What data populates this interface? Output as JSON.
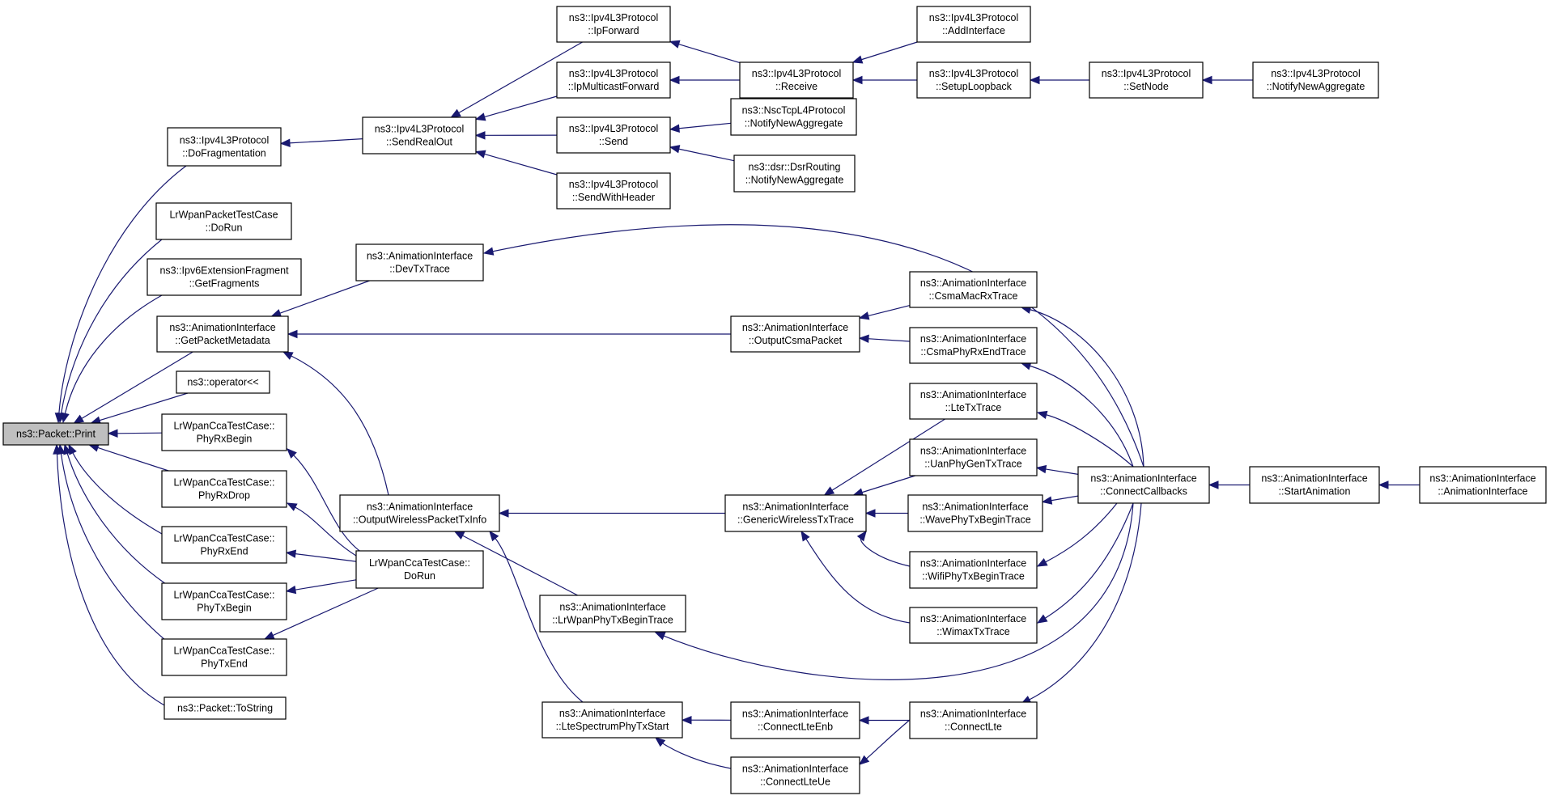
{
  "diagram": {
    "type": "caller-graph",
    "nodes": [
      {
        "id": "print",
        "lines": [
          "ns3::Packet::Print"
        ],
        "root": true
      },
      {
        "id": "dofrag",
        "lines": [
          "ns3::Ipv4L3Protocol",
          "::DoFragmentation"
        ]
      },
      {
        "id": "lrwpan_pkt",
        "lines": [
          "LrWpanPacketTestCase",
          "::DoRun"
        ]
      },
      {
        "id": "ipv6frag",
        "lines": [
          "ns3::Ipv6ExtensionFragment",
          "::GetFragments"
        ]
      },
      {
        "id": "getmeta",
        "lines": [
          "ns3::AnimationInterface",
          "::GetPacketMetadata"
        ]
      },
      {
        "id": "op",
        "lines": [
          "ns3::operator<<"
        ]
      },
      {
        "id": "phyrxbegin",
        "lines": [
          "LrWpanCcaTestCase::",
          "PhyRxBegin"
        ]
      },
      {
        "id": "phyrxdrop",
        "lines": [
          "LrWpanCcaTestCase::",
          "PhyRxDrop"
        ]
      },
      {
        "id": "phyrxend",
        "lines": [
          "LrWpanCcaTestCase::",
          "PhyRxEnd"
        ]
      },
      {
        "id": "phytxbegin",
        "lines": [
          "LrWpanCcaTestCase::",
          "PhyTxBegin"
        ]
      },
      {
        "id": "phytxend",
        "lines": [
          "LrWpanCcaTestCase::",
          "PhyTxEnd"
        ]
      },
      {
        "id": "tostring",
        "lines": [
          "ns3::Packet::ToString"
        ]
      },
      {
        "id": "sendrealout",
        "lines": [
          "ns3::Ipv4L3Protocol",
          "::SendRealOut"
        ]
      },
      {
        "id": "devtx",
        "lines": [
          "ns3::AnimationInterface",
          "::DevTxTrace"
        ]
      },
      {
        "id": "owptx",
        "lines": [
          "ns3::AnimationInterface",
          "::OutputWirelessPacketTxInfo"
        ]
      },
      {
        "id": "lrcca_dorun",
        "lines": [
          "LrWpanCcaTestCase::",
          "DoRun"
        ]
      },
      {
        "id": "ipforward",
        "lines": [
          "ns3::Ipv4L3Protocol",
          "::IpForward"
        ]
      },
      {
        "id": "ipmcast",
        "lines": [
          "ns3::Ipv4L3Protocol",
          "::IpMulticastForward"
        ]
      },
      {
        "id": "send",
        "lines": [
          "ns3::Ipv4L3Protocol",
          "::Send"
        ]
      },
      {
        "id": "sendwh",
        "lines": [
          "ns3::Ipv4L3Protocol",
          "::SendWithHeader"
        ]
      },
      {
        "id": "lrwpanphytx",
        "lines": [
          "ns3::AnimationInterface",
          "::LrWpanPhyTxBeginTrace"
        ]
      },
      {
        "id": "ltespec",
        "lines": [
          "ns3::AnimationInterface",
          "::LteSpectrumPhyTxStart"
        ]
      },
      {
        "id": "receive",
        "lines": [
          "ns3::Ipv4L3Protocol",
          "::Receive"
        ]
      },
      {
        "id": "nsctcp",
        "lines": [
          "ns3::NscTcpL4Protocol",
          "::NotifyNewAggregate"
        ]
      },
      {
        "id": "dsr",
        "lines": [
          "ns3::dsr::DsrRouting",
          "::NotifyNewAggregate"
        ]
      },
      {
        "id": "outcsma",
        "lines": [
          "ns3::AnimationInterface",
          "::OutputCsmaPacket"
        ]
      },
      {
        "id": "genwl",
        "lines": [
          "ns3::AnimationInterface",
          "::GenericWirelessTxTrace"
        ]
      },
      {
        "id": "connlteenb",
        "lines": [
          "ns3::AnimationInterface",
          "::ConnectLteEnb"
        ]
      },
      {
        "id": "connlteue",
        "lines": [
          "ns3::AnimationInterface",
          "::ConnectLteUe"
        ]
      },
      {
        "id": "addif",
        "lines": [
          "ns3::Ipv4L3Protocol",
          "::AddInterface"
        ]
      },
      {
        "id": "setloop",
        "lines": [
          "ns3::Ipv4L3Protocol",
          "::SetupLoopback"
        ]
      },
      {
        "id": "csmamac",
        "lines": [
          "ns3::AnimationInterface",
          "::CsmaMacRxTrace"
        ]
      },
      {
        "id": "csmaphy",
        "lines": [
          "ns3::AnimationInterface",
          "::CsmaPhyRxEndTrace"
        ]
      },
      {
        "id": "ltetx",
        "lines": [
          "ns3::AnimationInterface",
          "::LteTxTrace"
        ]
      },
      {
        "id": "uan",
        "lines": [
          "ns3::AnimationInterface",
          "::UanPhyGenTxTrace"
        ]
      },
      {
        "id": "wave",
        "lines": [
          "ns3::AnimationInterface",
          "::WavePhyTxBeginTrace"
        ]
      },
      {
        "id": "wifi",
        "lines": [
          "ns3::AnimationInterface",
          "::WifiPhyTxBeginTrace"
        ]
      },
      {
        "id": "wimax",
        "lines": [
          "ns3::AnimationInterface",
          "::WimaxTxTrace"
        ]
      },
      {
        "id": "connlte",
        "lines": [
          "ns3::AnimationInterface",
          "::ConnectLte"
        ]
      },
      {
        "id": "setnode",
        "lines": [
          "ns3::Ipv4L3Protocol",
          "::SetNode"
        ]
      },
      {
        "id": "notifyagg",
        "lines": [
          "ns3::Ipv4L3Protocol",
          "::NotifyNewAggregate"
        ]
      },
      {
        "id": "conncb",
        "lines": [
          "ns3::AnimationInterface",
          "::ConnectCallbacks"
        ]
      },
      {
        "id": "startanim",
        "lines": [
          "ns3::AnimationInterface",
          "::StartAnimation"
        ]
      },
      {
        "id": "animif",
        "lines": [
          "ns3::AnimationInterface",
          "::AnimationInterface"
        ]
      }
    ],
    "edges": [
      {
        "from": "dofrag",
        "to": "print"
      },
      {
        "from": "lrwpan_pkt",
        "to": "print"
      },
      {
        "from": "ipv6frag",
        "to": "print"
      },
      {
        "from": "getmeta",
        "to": "print"
      },
      {
        "from": "op",
        "to": "print"
      },
      {
        "from": "phyrxbegin",
        "to": "print"
      },
      {
        "from": "phyrxdrop",
        "to": "print"
      },
      {
        "from": "phyrxend",
        "to": "print"
      },
      {
        "from": "phytxbegin",
        "to": "print"
      },
      {
        "from": "phytxend",
        "to": "print"
      },
      {
        "from": "tostring",
        "to": "print"
      },
      {
        "from": "sendrealout",
        "to": "dofrag"
      },
      {
        "from": "devtx",
        "to": "getmeta"
      },
      {
        "from": "owptx",
        "to": "getmeta"
      },
      {
        "from": "outcsma",
        "to": "getmeta"
      },
      {
        "from": "lrcca_dorun",
        "to": "phyrxbegin"
      },
      {
        "from": "lrcca_dorun",
        "to": "phyrxdrop"
      },
      {
        "from": "lrcca_dorun",
        "to": "phyrxend"
      },
      {
        "from": "lrcca_dorun",
        "to": "phytxbegin"
      },
      {
        "from": "lrcca_dorun",
        "to": "phytxend"
      },
      {
        "from": "ipforward",
        "to": "sendrealout"
      },
      {
        "from": "ipmcast",
        "to": "sendrealout"
      },
      {
        "from": "send",
        "to": "sendrealout"
      },
      {
        "from": "sendwh",
        "to": "sendrealout"
      },
      {
        "from": "conncb",
        "to": "devtx"
      },
      {
        "from": "genwl",
        "to": "owptx"
      },
      {
        "from": "lrwpanphytx",
        "to": "owptx"
      },
      {
        "from": "ltespec",
        "to": "owptx"
      },
      {
        "from": "receive",
        "to": "ipforward"
      },
      {
        "from": "receive",
        "to": "ipmcast"
      },
      {
        "from": "nsctcp",
        "to": "send"
      },
      {
        "from": "dsr",
        "to": "send"
      },
      {
        "from": "conncb",
        "to": "lrwpanphytx"
      },
      {
        "from": "connlteenb",
        "to": "ltespec"
      },
      {
        "from": "connlteue",
        "to": "ltespec"
      },
      {
        "from": "addif",
        "to": "receive"
      },
      {
        "from": "setloop",
        "to": "receive"
      },
      {
        "from": "csmamac",
        "to": "outcsma"
      },
      {
        "from": "csmaphy",
        "to": "outcsma"
      },
      {
        "from": "ltetx",
        "to": "genwl"
      },
      {
        "from": "uan",
        "to": "genwl"
      },
      {
        "from": "wave",
        "to": "genwl"
      },
      {
        "from": "wifi",
        "to": "genwl"
      },
      {
        "from": "wimax",
        "to": "genwl"
      },
      {
        "from": "connlte",
        "to": "connlteenb"
      },
      {
        "from": "connlte",
        "to": "connlteue"
      },
      {
        "from": "setnode",
        "to": "setloop"
      },
      {
        "from": "conncb",
        "to": "csmamac"
      },
      {
        "from": "conncb",
        "to": "csmaphy"
      },
      {
        "from": "conncb",
        "to": "ltetx"
      },
      {
        "from": "conncb",
        "to": "uan"
      },
      {
        "from": "conncb",
        "to": "wave"
      },
      {
        "from": "conncb",
        "to": "wifi"
      },
      {
        "from": "conncb",
        "to": "wimax"
      },
      {
        "from": "conncb",
        "to": "connlte"
      },
      {
        "from": "notifyagg",
        "to": "setnode"
      },
      {
        "from": "startanim",
        "to": "conncb"
      },
      {
        "from": "animif",
        "to": "startanim"
      }
    ]
  }
}
